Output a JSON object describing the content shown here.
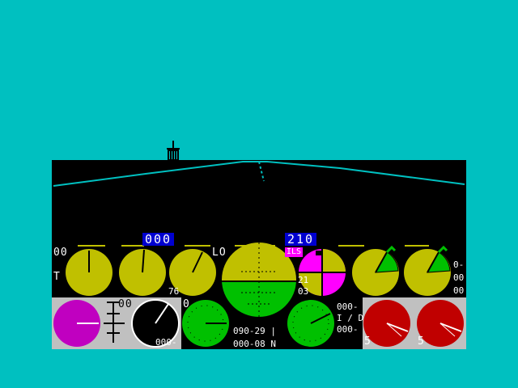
{
  "colors": {
    "sky": "#00c0c0",
    "panel": "#000000",
    "yellow": "#c0c000",
    "green": "#00c000",
    "magenta": "#c000c0",
    "red": "#c00000",
    "grey": "#c0c0c0",
    "blue": "#0000d0",
    "white": "#ffffff"
  },
  "icons": {
    "tower": "control-tower-icon",
    "ils": "ils-crosshair-icon"
  },
  "readouts": {
    "speed_box": "000",
    "heading_box": "210",
    "ils_label": "ILS",
    "left_scale": "00",
    "lo_label": "LO",
    "gauge3_value": "76",
    "runway_a": "21",
    "runway_b": "03",
    "right_scale_1": "0-",
    "right_scale_2": "00",
    "right_scale_3": "00",
    "lower_top_left": "00",
    "lower_zero": "0",
    "alt_dash": "000-",
    "nav_line_1": "090-29 |",
    "nav_line_2": "000-08 N",
    "right_block_1": "000-",
    "right_block_2": "I / D",
    "right_block_3": "000-",
    "red_gauge_1": "5",
    "red_gauge_2": "5",
    "flap_label": "T"
  }
}
